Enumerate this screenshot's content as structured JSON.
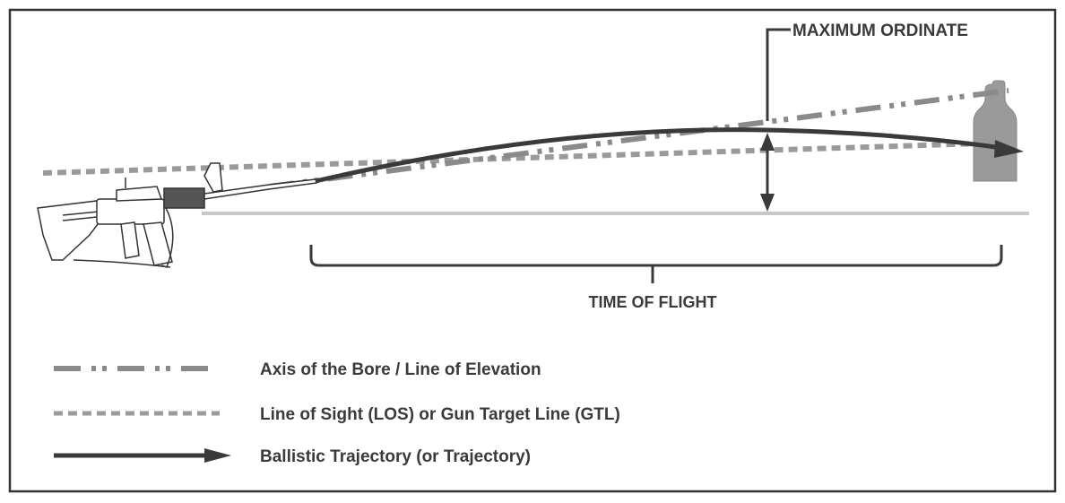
{
  "labels": {
    "maximum_ordinate": "MAXIMUM ORDINATE",
    "time_of_flight": "TIME OF FLIGHT"
  },
  "legend": [
    {
      "style": "dash-dot-dot",
      "label": "Axis of the Bore / Line of Elevation"
    },
    {
      "style": "dashed",
      "label": "Line of Sight (LOS) or Gun Target Line (GTL)"
    },
    {
      "style": "solid-arrow",
      "label": "Ballistic Trajectory (or Trajectory)"
    }
  ],
  "colors": {
    "trajectory": "#3a3a3a",
    "bore_line": "#8a8a8a",
    "line_of_sight": "#9a9a9a",
    "ground": "#c8c8c8",
    "target": "#9a9a9a",
    "frame": "#333333"
  },
  "icons": {
    "rifle": "rifle-illustration",
    "target": "silhouette-target"
  }
}
